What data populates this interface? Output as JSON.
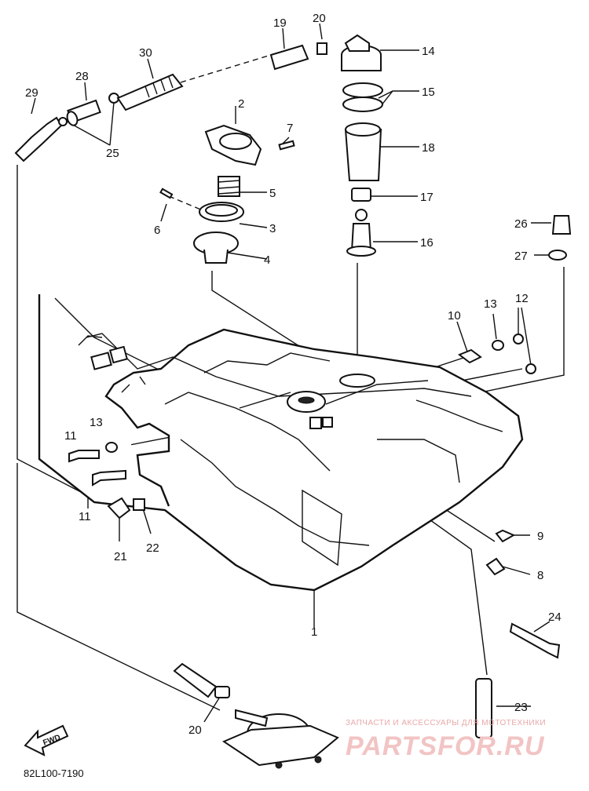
{
  "diagram": {
    "callouts": [
      "1",
      "2",
      "3",
      "4",
      "5",
      "6",
      "7",
      "8",
      "9",
      "10",
      "11",
      "11",
      "12",
      "13",
      "13",
      "14",
      "15",
      "16",
      "17",
      "18",
      "19",
      "20",
      "20",
      "21",
      "22",
      "23",
      "24",
      "25",
      "26",
      "27",
      "28",
      "29",
      "30"
    ],
    "direction_label": "FWD",
    "drawing_code": "82L100-7190"
  },
  "watermark": {
    "subtitle": "ЗАПЧАСТИ И АКСЕССУАРЫ ДЛЯ МОТОТЕХНИКИ",
    "brand": "PARTSFOR.RU"
  }
}
